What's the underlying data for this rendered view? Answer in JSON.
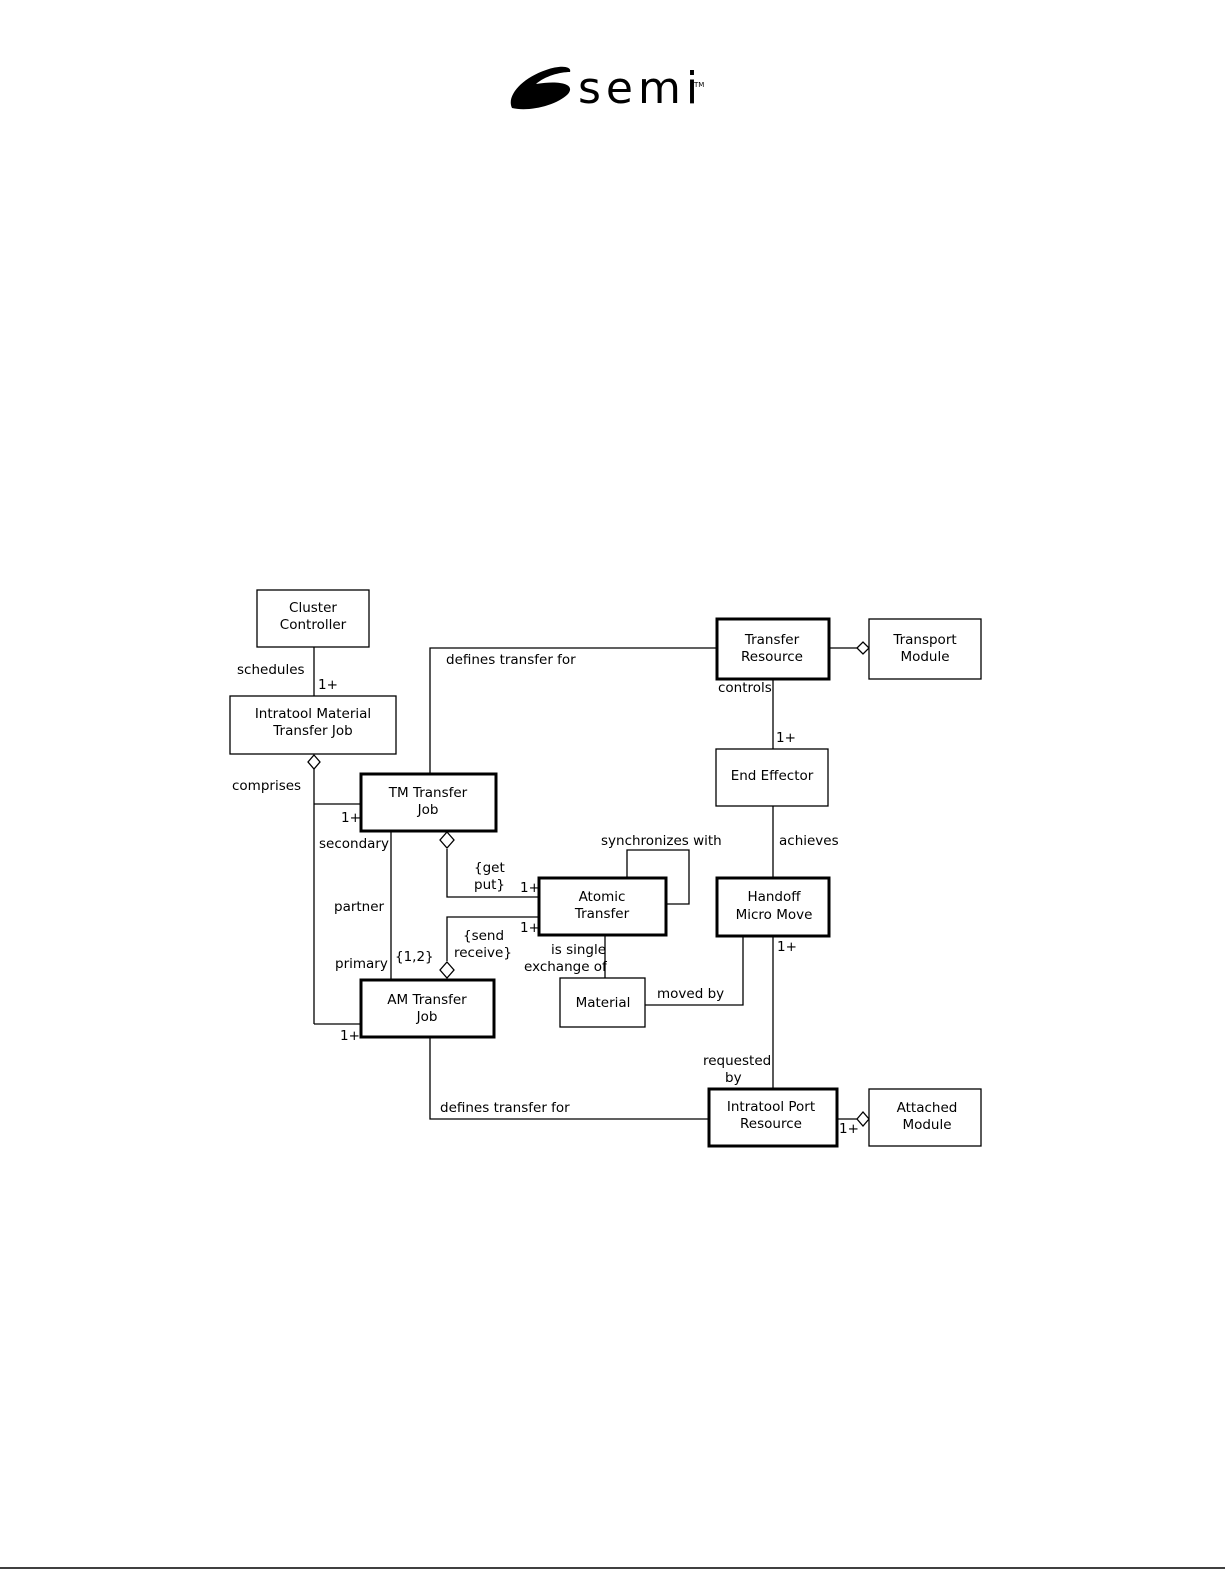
{
  "logo": {
    "text": "semi",
    "trademark": "TM",
    "color": "#000000"
  },
  "classes": {
    "cluster_controller": [
      "Cluster",
      "Controller"
    ],
    "intratool_material_transfer_job": [
      "Intratool Material",
      "Transfer Job"
    ],
    "tm_transfer_job": [
      "TM Transfer",
      "Job"
    ],
    "am_transfer_job": [
      "AM Transfer",
      "Job"
    ],
    "atomic_transfer": [
      "Atomic",
      "Transfer"
    ],
    "material": [
      "Material"
    ],
    "transfer_resource": [
      "Transfer",
      "Resource"
    ],
    "transport_module": [
      "Transport",
      "Module"
    ],
    "end_effector": [
      "End Effector"
    ],
    "handoff_micro_move": [
      "Handoff",
      "Micro Move"
    ],
    "intratool_port_resource": [
      "Intratool Port",
      "Resource"
    ],
    "attached_module": [
      "Attached",
      "Module"
    ]
  },
  "labels": {
    "schedules": "schedules",
    "mult_schedules": "1+",
    "comprises": "comprises",
    "mult_comprises_tm": "1+",
    "mult_comprises_am": "1+",
    "defines_transfer_for_top": "defines transfer for",
    "defines_transfer_for_bottom": "defines transfer for",
    "controls": "controls",
    "mult_controls": "1+",
    "achieves": "achieves",
    "secondary": "secondary",
    "partner": "partner",
    "primary": "primary",
    "set_1_2": "{1,2}",
    "get_put": [
      "{get",
      "put}"
    ],
    "send_receive": [
      "{send",
      "receive}"
    ],
    "mult_get_put": "1+",
    "mult_send_receive": "1+",
    "synchronizes_with": "synchronizes with",
    "is_single_exchange_of": [
      "is single",
      "exchange of"
    ],
    "moved_by": "moved by",
    "mult_handoff": "1+",
    "requested_by": [
      "requested",
      "by"
    ],
    "mult_attached": "1+"
  }
}
